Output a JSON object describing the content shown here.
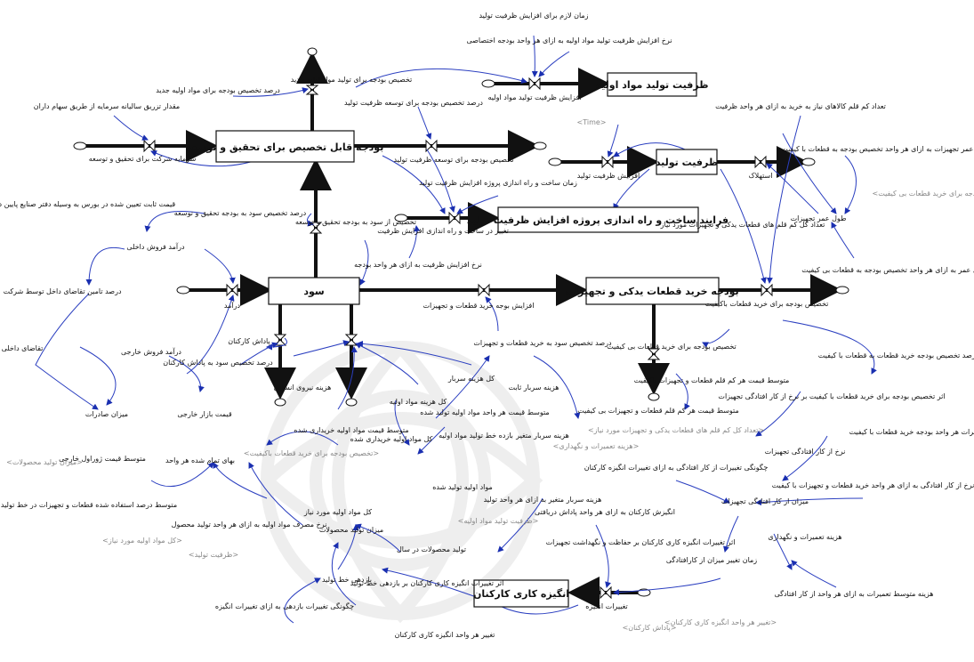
{
  "stocks": {
    "rd_budget": "بودجه قابل تخصیص برای تحقیق و توسعه",
    "raw_capacity": "ظرفیت تولید مواد اولیه",
    "prod_capacity": "ظرفیت تولید",
    "build_project": "فرایند ساخت و راه اندازی پروژه افزایش ظرفیت تولید",
    "profit": "سود",
    "equipment_budget": "بودجه خرید قطعات یدکی و تجهیزات",
    "motivation": "انگیزه کاری کارکنان"
  },
  "flows": {
    "rd_investment": "سرمایه شرکت برای تحقیق و توسعه",
    "raw_capacity_increase": "افزایش ظرفیت تولید مواد اولیه",
    "capacity_increase": "افزایش ظرفیت تولید",
    "depreciation": "استهلاک",
    "build_change": "تغییر در ساخت و راه اندازی افزایش ظرفیت",
    "income": "درآمد",
    "equipment_budget_increase": "افزایش بوجه خرید قطعات و تجهیزات",
    "quality_parts_allocation": "تخصیص بودجه برای خرید قطعات باکیفیت",
    "low_quality_allocation": "تخصیص بودجه برای خرید قطعات بی کیفیت",
    "motivation_change": "تغییرات انگیزه"
  },
  "variables": {
    "v01": "زمان لازم برای افزایش ظرفیت تولید",
    "v02": "نرخ افزایش ظرفیت تولید مواد اولیه به ازای هر واحد بودجه اختصاصی",
    "v03": "درصد تخصیص بودجه برای مواد اولیه جدید",
    "v04": "تخصیص بودجه برای تولید مواد اولیه جدید",
    "v05": "درصد تخصیص بودجه برای توسعه ظرفیت تولید",
    "v06": "تخصیص بودجه برای توسعه ظرفیت تولید",
    "v07": "مقدار تزریق سالیانه سرمایه از طریق سهام داران",
    "v08": "زمان ساخت و راه اندازی پروژه افزایش ظرفیت تولید",
    "v09": "تعداد کم قلم کالاهای نیاز به خرید به ازای هر واحد ظرفیت",
    "v10": "درصد افزایش طول عمر تجهیزات به ازای هر واحد تخصیص بودجه به قطعات با کیفیت",
    "v11": "طول عمر تجهیزات",
    "v12": "تعداد کل کم قلم های قطعات یدکی و تجهیزات مورد نیاز",
    "v13": "درصد افزایش طول عمر به ازای هر واحد تخصیص بودجه به قطعات بی کیفیت",
    "v14": "قیمت ثابت تعیین شده در بورس به وسیله دفتر صنایع پایین دستی",
    "v15": "درآمد فروش داخلی",
    "v16": "درصد تخصیص سود به بودجه تحقیق و توسعه",
    "v17": "تخصیص از سود به بودجه تحقیق و توسعه",
    "v18": "نرخ افزایش ظرفیت به ازای هر واحد بودجه",
    "v19": "درصد تامین تقاضای داخل توسط شرکت",
    "v20": "تقاضای داخلی",
    "v21": "درآمد فروش خارجی",
    "v22": "میزان صادرات",
    "v23": "قیمت بازار خارجی",
    "v24": "متوسط قیمت ژوراول خارجی",
    "v25": "پاداش کارکنان",
    "v26": "درصد تخصیص سود به پاداش کارکنان",
    "v27": "هزینه نیروی انسانی",
    "v28": "کل هزینه سربار",
    "v29": "هزینه سربار ثابت",
    "v30": "کل هزینه مواد اولیه",
    "v31": "متوسط قیمت هر واحد مواد اولیه تولید شده",
    "v32": "متوسط قیمت مواد اولیه خریداری شده",
    "v33": "کل مواد اولیه خریداری شده",
    "v34": "بازده خط تولید مواد اولیه",
    "v35": "هزینه سربار متغیر",
    "v36": "هزینه سربار متغیر به ازای هر واحد تولید",
    "v37": "مواد اولیه تولید شده",
    "v38": "بهای تمام شده هر واحد",
    "v39": "کل مواد اولیه مورد نیاز",
    "v40": "نرخ مصرف مواد اولیه به ازای هر واحد تولید محصول",
    "v41": "میزان تولید محصولات",
    "v42": "تولید محصولات در سال",
    "v43": "متوسط درصد استفاده شده قطعات و تجهیزات در خط تولید",
    "v44": "بازدهی خط تولید",
    "v45": "چگونگی تغییرات بازدهی به ازای تغییرات انگیزه",
    "v46": "اثر تغییرات انگیزه کاری کارکنان بر بازدهی خط تولید",
    "v47": "تغییر هر واحد انگیزه کاری کارکنان",
    "v48": "درصد تخصیص سود به خرید قطعات و تجهیزات",
    "v49": "متوسط قیمت هر کم قلم قطعات و تجهیزات باکیفیت",
    "v50": "متوسط قیمت هر کم قلم قطعات و تجهیزات بی کیفیت",
    "v51": "درصد تخصیص بودجه خرید قطعات به قطعات با کیفیت",
    "v52": "اثر تخصیص بودجه برای خرید قطعات با کیفیت بر نرخ از کار افتادگی تجهیزات",
    "v53": "تغییرات هر واحد بودجه خرید قطعات با کیفیت",
    "v54": "نرخ از کار افتادگی تجهیزات",
    "v55": "چگونگی تغییرات نرخ از کار افتادگی به ازای هر واحد خرید قطعات و تجهیزات با کیفیت",
    "v56": "چگونگی تغییرات از کار افتادگی به ازای تغییرات انگیزه کارکنان",
    "v57": "میزان از کار افتادگی تجهیزات",
    "v58": "هزینه تعمیرات و نگهداری",
    "v59": "زمان تغییر میزان از کارافتادگی",
    "v60": "هزینه متوسط تعمیرات به ازای هر واحد از کار افتادگی",
    "v61": "انگیزش کارکنان به ازای هر واحد پاداش دریافتی",
    "v62": "اثر تغییرات انگیزه کاری کارکنان بر حفاظت و نگهداشت تجهیزات"
  },
  "shadows": {
    "s01": "<Time>",
    "s02": "<تخصیص بودجه برای خرید قطعات بی کیفیت>",
    "s03": "<میزان تولید محصولات>",
    "s04": "<تخصیص بودجه برای خرید قطعات باکیفیت>",
    "s05": "<کل مواد اولیه مورد نیاز>",
    "s06": "<تعداد کل کم قلم های قطعات یدکی و تجهیزات مورد نیاز>",
    "s07": "<هزینه تعمیرات و نگهداری>",
    "s08": "<ظرفیت تولید>",
    "s09": "<ظرفیت تولید مواد اولیه>",
    "s10": "<تغییر هر واحد انگیزه کاری کارکنان>",
    "s11": "<پاداش کارکنان>"
  }
}
